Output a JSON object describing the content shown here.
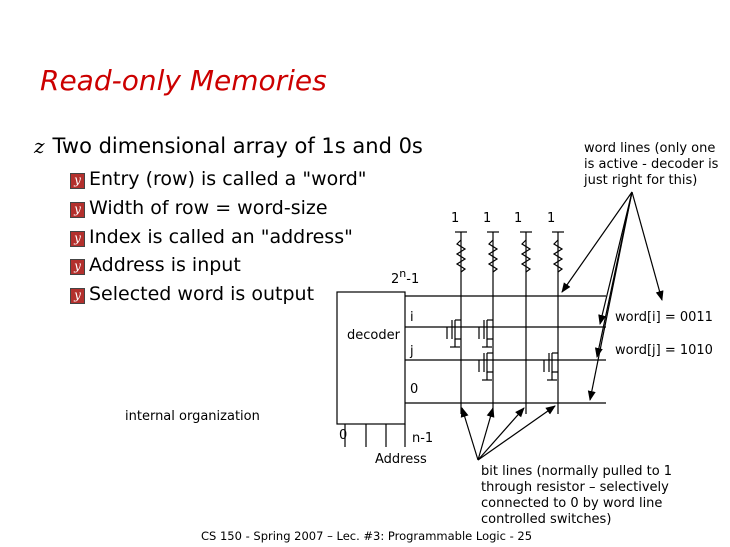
{
  "slide": {
    "title": "Read-only Memories",
    "main_bullet": "Two dimensional array of 1s and 0s",
    "sub_bullets": [
      "Entry (row) is called a \"word\"",
      "Width of row = word-size",
      "Index is called an \"address\"",
      "Address is input",
      "Selected word is output"
    ],
    "footer": "CS 150 - Spring 2007 – Lec. #3: Programmable Logic - 25"
  },
  "diagram": {
    "decoder_label": "decoder",
    "address_label": "Address",
    "internal_label": "internal organization",
    "addr_low": "0",
    "addr_high": "n-1",
    "row_top": "2",
    "row_top_sup": "n",
    "row_top_suffix": "-1",
    "row_i": "i",
    "row_j": "j",
    "row_zero": "0",
    "bit_top_labels": [
      "1",
      "1",
      "1",
      "1"
    ],
    "word_i": "word[i] = 0011",
    "word_j": "word[j] = 1010",
    "word_lines_note": "word lines (only one is active - decoder is just right for this)",
    "bit_lines_note": "bit lines (normally pulled to 1 through resistor – selectively connected to 0 by word line controlled switches)"
  },
  "colors": {
    "title": "#cc0000",
    "bullet_box": "#b3302d"
  }
}
